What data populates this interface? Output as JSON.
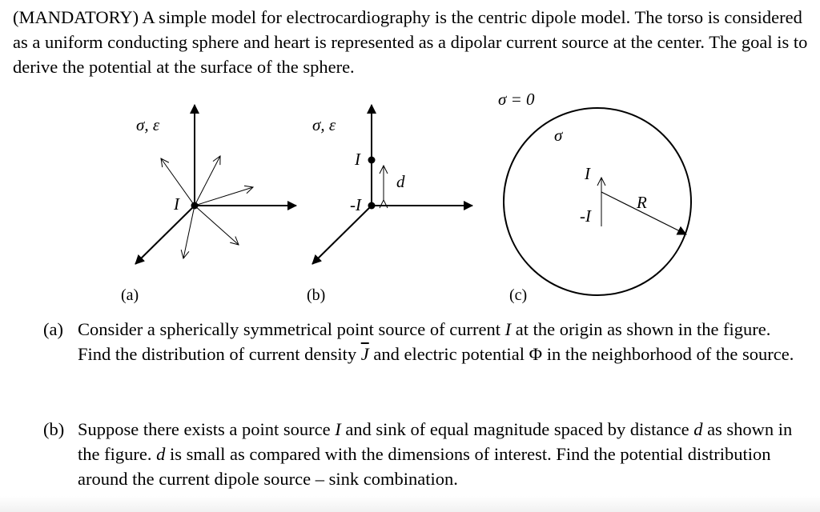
{
  "intro": "(MANDATORY) A simple model for electrocardiography is the centric dipole model. The torso is considered as a uniform conducting sphere and heart is represented as a dipolar current source at the center. The goal is to derive the potential at the surface of the sphere.",
  "figure": {
    "a": {
      "medium": "σ, ε",
      "source": "I",
      "caption": "(a)"
    },
    "b": {
      "medium": "σ, ε",
      "source": "I",
      "sink": "-I",
      "spacing": "d",
      "caption": "(b)"
    },
    "c": {
      "outside": "σ = 0",
      "inside": "σ",
      "source": "I",
      "sink": "-I",
      "radius": "R",
      "caption": "(c)"
    }
  },
  "questions": {
    "a": {
      "label": "(a)",
      "text_1": "Consider a spherically symmetrical point source of current ",
      "current": "I",
      "text_2": " at the origin as shown in the figure. Find the distribution of current density ",
      "density": "J",
      "text_3": " and electric potential Φ in the neighborhood of the source."
    },
    "b": {
      "label": "(b)",
      "text_1": "Suppose there exists a point source ",
      "current": "I",
      "text_2": " and sink of equal magnitude spaced by distance ",
      "d1": "d",
      "text_3": " as shown in the figure. ",
      "d2": "d",
      "text_4": " is small as compared with the dimensions of interest. Find the potential distribution around the current dipole source – sink combination."
    }
  }
}
